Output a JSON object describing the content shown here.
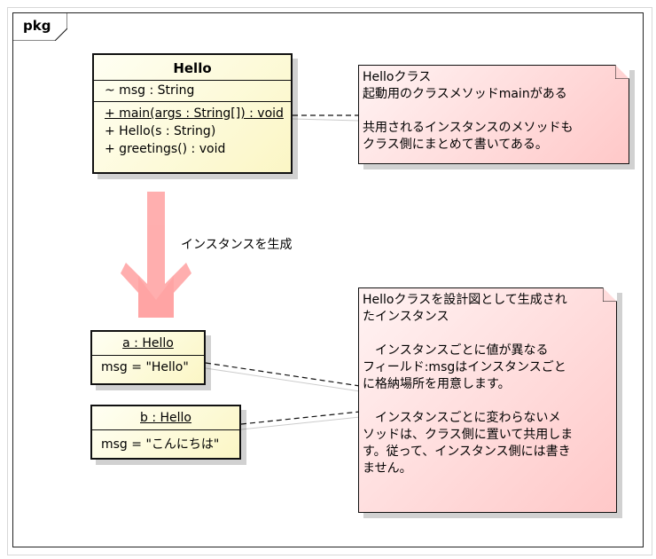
{
  "package": {
    "label": "pkg"
  },
  "hello_class": {
    "name": "Hello",
    "attributes": [
      "~ msg : String"
    ],
    "operations": [
      {
        "text": "+ main(args : String[]) : void",
        "static": true
      },
      {
        "text": "+ Hello(s : String)",
        "static": false
      },
      {
        "text": "+ greetings() : void",
        "static": false
      }
    ]
  },
  "note_class": {
    "lines": [
      "Helloクラス",
      "起動用のクラスメソッドmainがある",
      "",
      "共用されるインスタンスのメソッドも",
      "クラス側にまとめて書いてある。"
    ]
  },
  "arrow": {
    "label": "インスタンスを生成"
  },
  "object_a": {
    "title": "a : Hello",
    "slot": "msg = \"Hello\""
  },
  "object_b": {
    "title": "b : Hello",
    "slot": "msg = \"こんにちは\""
  },
  "note_instance": {
    "lines": [
      "Helloクラスを設計図として生成され",
      "たインスタンス",
      "",
      "　インスタンスごとに値が異なる",
      "フィールド:msgはインスタンスごと",
      "に格納場所を用意します。",
      "",
      "　インスタンスごとに変わらないメ",
      "ソッドは、クラス側に置いて共用しま",
      "す。従って、インスタンス側には書き",
      "ません。"
    ]
  }
}
